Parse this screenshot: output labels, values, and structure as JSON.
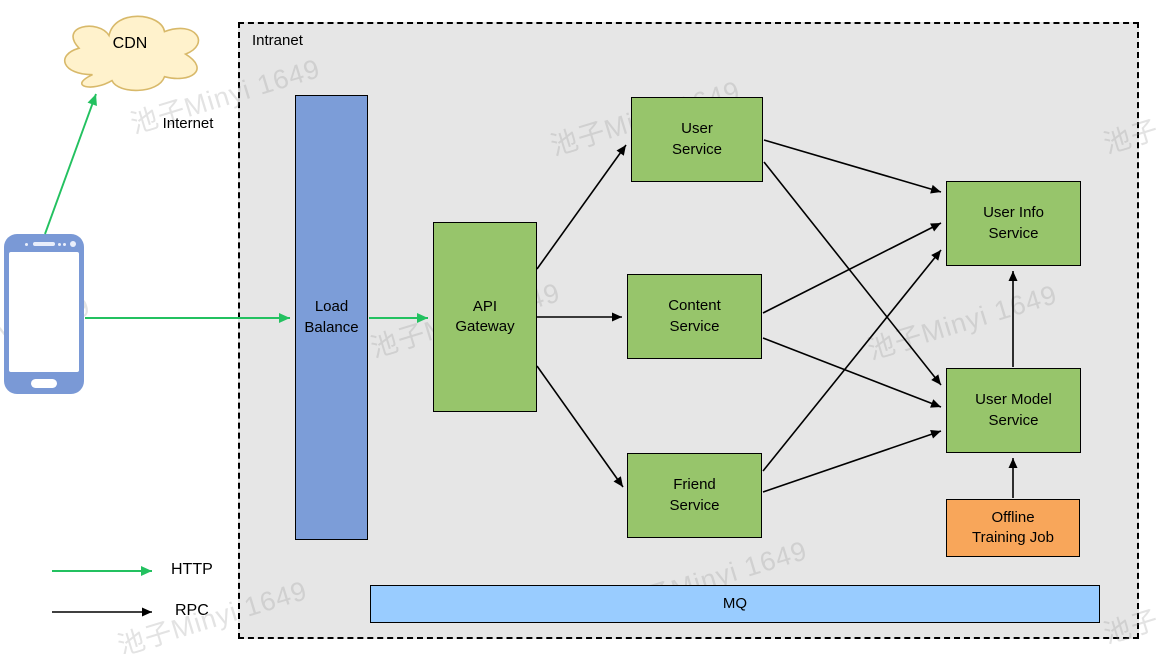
{
  "labels": {
    "intranet": "Intranet",
    "internet": "Internet"
  },
  "nodes": {
    "cdn": "CDN",
    "load_balance": "Load\nBalance",
    "api_gateway": "API\nGateway",
    "user_service": "User\nService",
    "content_service": "Content\nService",
    "friend_service": "Friend\nService",
    "user_info_service": "User Info\nService",
    "user_model_service": "User Model\nService",
    "offline_training_job": "Offline\nTraining Job",
    "mq": "MQ"
  },
  "legend": {
    "http": "HTTP",
    "rpc": "RPC"
  },
  "watermark": {
    "text": "池子Minyi 1649"
  },
  "edges": [
    {
      "from": "mobile_device",
      "to": "cdn",
      "type": "HTTP"
    },
    {
      "from": "mobile_device",
      "to": "load_balance",
      "type": "HTTP"
    },
    {
      "from": "load_balance",
      "to": "api_gateway",
      "type": "HTTP"
    },
    {
      "from": "api_gateway",
      "to": "user_service",
      "type": "RPC"
    },
    {
      "from": "api_gateway",
      "to": "content_service",
      "type": "RPC"
    },
    {
      "from": "api_gateway",
      "to": "friend_service",
      "type": "RPC"
    },
    {
      "from": "user_service",
      "to": "user_info_service",
      "type": "RPC"
    },
    {
      "from": "user_service",
      "to": "user_model_service",
      "type": "RPC"
    },
    {
      "from": "content_service",
      "to": "user_info_service",
      "type": "RPC"
    },
    {
      "from": "content_service",
      "to": "user_model_service",
      "type": "RPC"
    },
    {
      "from": "friend_service",
      "to": "user_info_service",
      "type": "RPC"
    },
    {
      "from": "friend_service",
      "to": "user_model_service",
      "type": "RPC"
    },
    {
      "from": "user_model_service",
      "to": "user_info_service",
      "type": "RPC"
    },
    {
      "from": "offline_training_job",
      "to": "user_model_service",
      "type": "RPC"
    }
  ],
  "colors": {
    "service_green": "#97C56B",
    "load_balance_blue": "#7C9DD8",
    "mq_blue": "#99CCFF",
    "job_orange": "#F8A65A",
    "cloud_fill": "#FFF2CC",
    "cloud_stroke": "#D8B96A",
    "http_arrow": "#23C160",
    "rpc_arrow": "#000000",
    "intranet_bg": "#E6E6E6",
    "phone_blue": "#7A99D6"
  }
}
